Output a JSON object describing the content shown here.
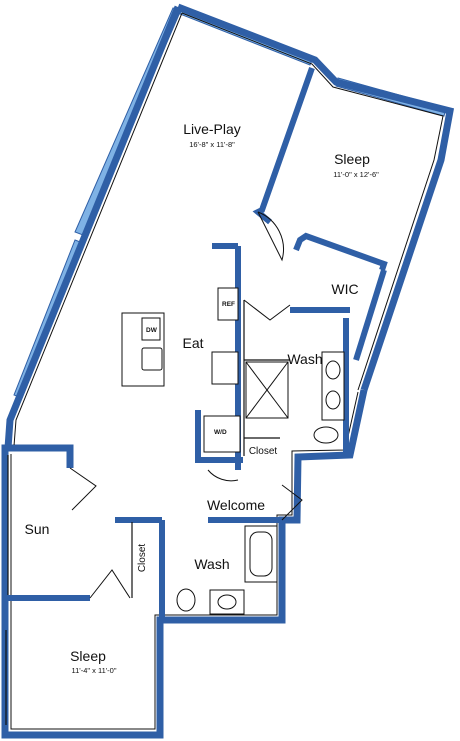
{
  "rooms": {
    "live_play": {
      "name": "Live-Play",
      "dims": "16'-8\" x 11'-8\""
    },
    "sleep_main": {
      "name": "Sleep",
      "dims": "11'-0\" x 12'-6\""
    },
    "wic": {
      "name": "WIC"
    },
    "eat": {
      "name": "Eat"
    },
    "wash_main": {
      "name": "Wash"
    },
    "closet_entry": {
      "name": "Closet"
    },
    "welcome": {
      "name": "Welcome"
    },
    "sun": {
      "name": "Sun"
    },
    "closet_small": {
      "name": "Closet"
    },
    "wash_second": {
      "name": "Wash"
    },
    "sleep_second": {
      "name": "Sleep",
      "dims": "11'-4\" x 11'-0\""
    }
  },
  "appliances": {
    "refrigerator": "REF",
    "dishwasher": "DW",
    "washer_dryer": "W/D"
  },
  "colors": {
    "wall": "#2f5fa6",
    "window": "#7fb2e5",
    "line": "#111111"
  }
}
